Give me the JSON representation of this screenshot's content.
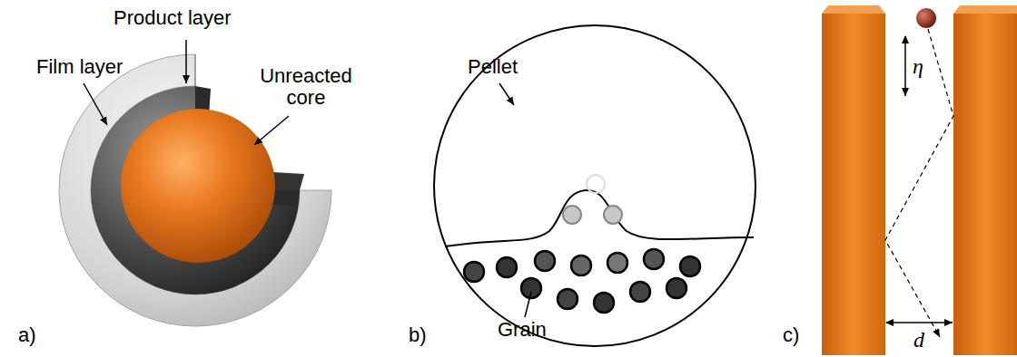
{
  "diagram": {
    "labels": [
      "Product layer",
      "Film layer",
      "Unreacted core",
      "a)",
      "Pellet",
      "Grain",
      "b)",
      "η",
      "d",
      "c)"
    ]
  }
}
